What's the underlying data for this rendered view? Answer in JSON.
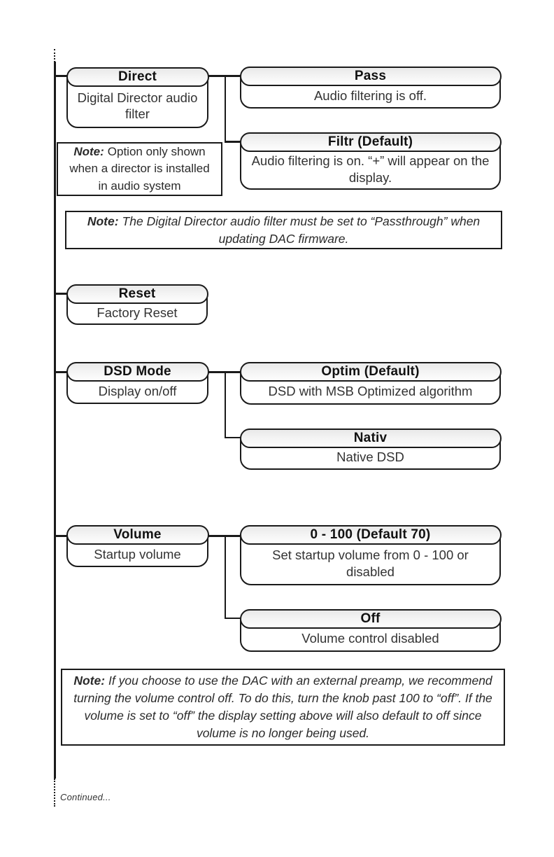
{
  "diagram": {
    "continued": "Continued...",
    "nodes": {
      "direct": {
        "title": "Direct",
        "desc": "Digital Director audio filter"
      },
      "pass": {
        "title": "Pass",
        "desc": "Audio filtering is off."
      },
      "filtr": {
        "title": "Filtr (Default)",
        "desc": "Audio filtering is on. “+” will appear on the display."
      },
      "reset": {
        "title": "Reset",
        "desc": "Factory Reset"
      },
      "dsd_mode": {
        "title": "DSD Mode",
        "desc": "Display on/off"
      },
      "optim": {
        "title": "Optim (Default)",
        "desc": "DSD with MSB Optimized algorithm"
      },
      "nativ": {
        "title": "Nativ",
        "desc": "Native DSD"
      },
      "volume": {
        "title": "Volume",
        "desc": "Startup volume"
      },
      "vol_range": {
        "title": "0 - 100 (Default 70)",
        "desc": "Set startup volume from 0 - 100 or disabled"
      },
      "vol_off": {
        "title": "Off",
        "desc": "Volume control disabled"
      }
    },
    "notes": {
      "director": {
        "label": "Note:",
        "text": "Option only shown when a director is installed in audio system"
      },
      "passthrough": {
        "label": "Note:",
        "text": "The Digital Director audio filter must be set to “Passthrough” when updating DAC firmware."
      },
      "volume": {
        "label": "Note:",
        "text": "If you choose to use the DAC with an external preamp, we recommend turning the volume control off. To do this, turn the knob past 100 to “off”. If the volume is set to “off” the display setting above will also default to off since volume is no longer being used."
      }
    },
    "colors": {
      "line": "#1a1a1a",
      "header_fill_top": "#e9e9e9",
      "header_fill_bottom": "#fdfdfd",
      "text": "#2a2a2a"
    }
  }
}
